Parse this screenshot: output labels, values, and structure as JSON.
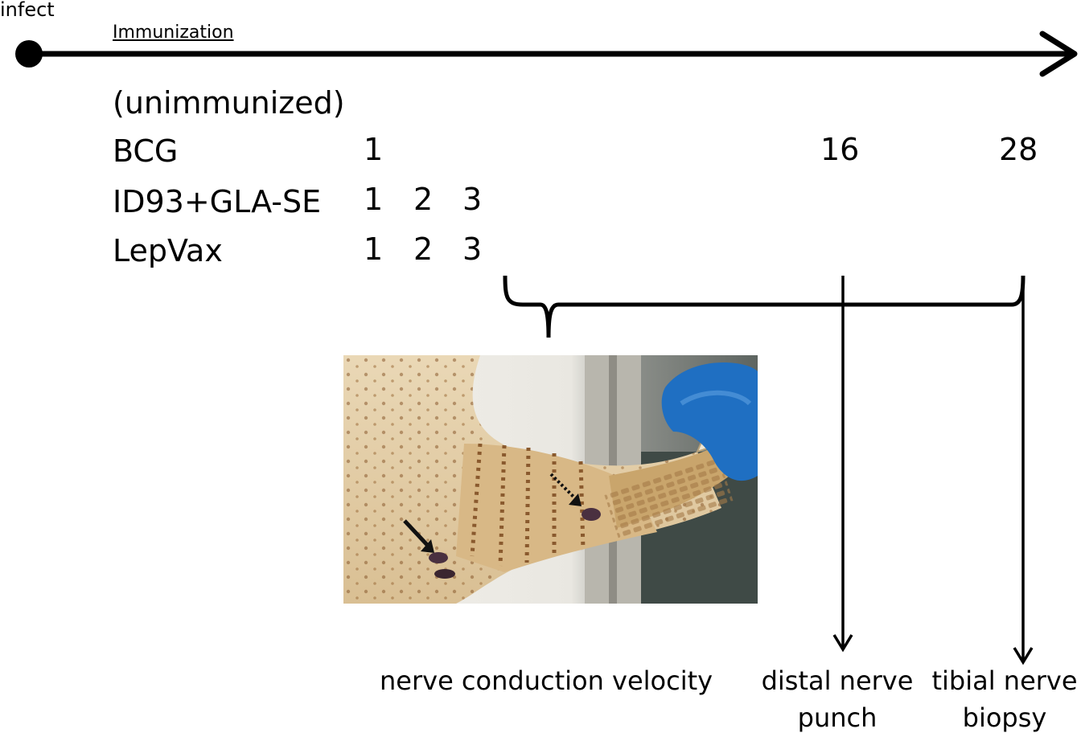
{
  "timeline": {
    "start_label": "infect",
    "phase_label": "Immunization"
  },
  "groups": [
    {
      "name": "(unimmunized)",
      "timepoints": []
    },
    {
      "name": "BCG",
      "timepoints": [
        "1",
        "16",
        "28"
      ]
    },
    {
      "name": "ID93+GLA-SE",
      "timepoints": [
        "1",
        "2",
        "3"
      ]
    },
    {
      "name": "LepVax",
      "timepoints": [
        "1",
        "2",
        "3"
      ]
    }
  ],
  "outcomes": {
    "nerve_conduction": "nerve conduction velocity",
    "distal_punch_line1": "distal nerve",
    "distal_punch_line2": "punch",
    "tibial_biopsy_line1": "tibial nerve",
    "tibial_biopsy_line2": "biopsy"
  },
  "photo": {
    "subject": "armadillo-hind-limb-with-injection-marks"
  },
  "colors": {
    "line": "#000000",
    "glove": "#1f6fc2",
    "skin": "#e6d2b0",
    "bg": "#ffffff"
  }
}
